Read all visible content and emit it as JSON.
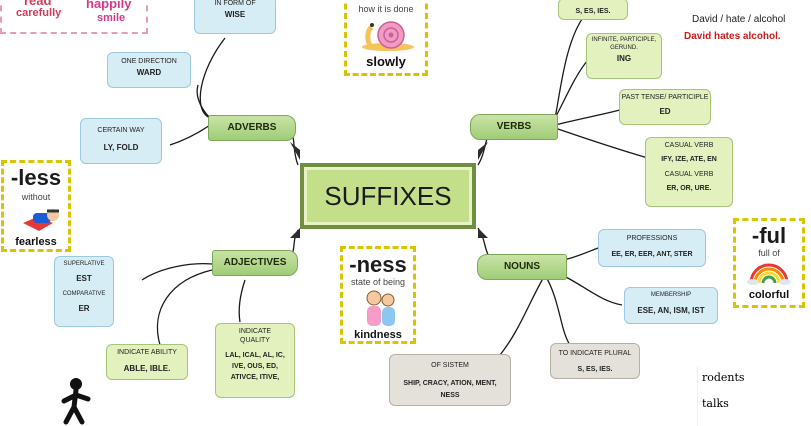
{
  "center": {
    "title": "SUFFIXES"
  },
  "branches": {
    "adverbs": "ADVERBS",
    "verbs": "VERBS",
    "adjectives": "ADJECTIVES",
    "nouns": "NOUNS"
  },
  "adverb_boxes": [
    {
      "caption": "IN FORM OF",
      "value": "WISE"
    },
    {
      "caption": "ONE DIRECTION",
      "value": "WARD"
    },
    {
      "caption": "CERTAIN WAY",
      "value": "LY, FOLD"
    }
  ],
  "verb_boxes": [
    {
      "caption": "",
      "value": "S, ES, IES."
    },
    {
      "caption": "INFINITE, PARTICIPLE, GERUND.",
      "value": "ING"
    },
    {
      "caption": "PAST TENSE/ PARTICIPLE",
      "value": "ED"
    },
    {
      "caption": "CASUAL VERB",
      "value": "IFY, IZE, ATE, EN",
      "caption2": "CASUAL VERB",
      "value2": "ER, OR, URE."
    }
  ],
  "adjective_boxes": [
    {
      "caption": "SUPERLATIVE",
      "value": "EST",
      "caption2": "COMPARATIVE",
      "value2": "ER"
    },
    {
      "caption": "INDICATE ABILITY",
      "value": "ABLE, IBLE."
    },
    {
      "caption": "INDICATE QUALITY",
      "value": "LAL, ICAL, AL, IC, IVE, OUS, ED, ATIVCE, ITIVE,"
    }
  ],
  "noun_boxes": [
    {
      "caption": "PROFESSIONS",
      "value": "EE, ER, EER, ANT, STER"
    },
    {
      "caption": "MEMBERSHIP",
      "value": "ESE, AN, ISM, IST"
    },
    {
      "caption": "TO INDICATE PLURAL",
      "value": "S, ES, IES."
    },
    {
      "caption": "OF SISTEM",
      "value": "SHIP, CRACY, ATION, MENT, NESS"
    }
  ],
  "cards": {
    "top_left": {
      "line1": "read",
      "line2": "carefully",
      "line3": "happily",
      "line4": "smile"
    },
    "slowly": {
      "caption": "how it is done",
      "word": "slowly"
    },
    "less": {
      "suffix": "-less",
      "meaning": "without",
      "word": "fearless"
    },
    "ness": {
      "suffix": "-ness",
      "meaning": "state of being",
      "word": "kindness"
    },
    "ful": {
      "suffix": "-ful",
      "meaning": "full of",
      "word": "colorful"
    }
  },
  "example": {
    "sentence": "David / hate / alcohol",
    "answer": "David hates alcohol."
  },
  "word_list": [
    "rodents",
    "talks"
  ],
  "colors": {
    "accent_red": "#cc1a1a",
    "node_green": "#c4df8a",
    "blue_box": "#d6edf6",
    "green_box": "#e3f1be",
    "grey_box": "#e4e1db"
  }
}
